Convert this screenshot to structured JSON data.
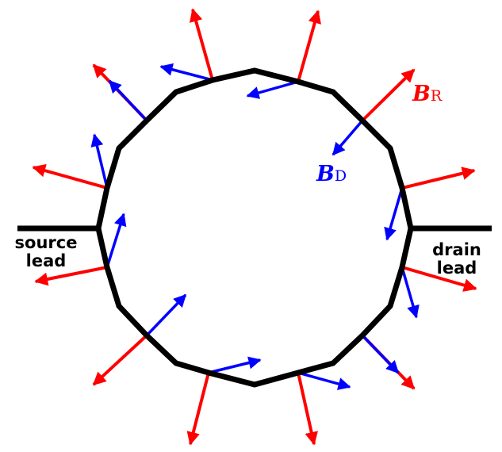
{
  "labels": {
    "source_line1": "source",
    "source_line2": "lead",
    "drain_line1": "drain",
    "drain_line2": "lead",
    "br_symbol": "B",
    "br_subscript": "R",
    "bd_symbol": "B",
    "bd_subscript": "D"
  },
  "colors": {
    "ring": "#000000",
    "rashba_field": "#ff0000",
    "dresselhaus_field": "#0000ff"
  }
}
